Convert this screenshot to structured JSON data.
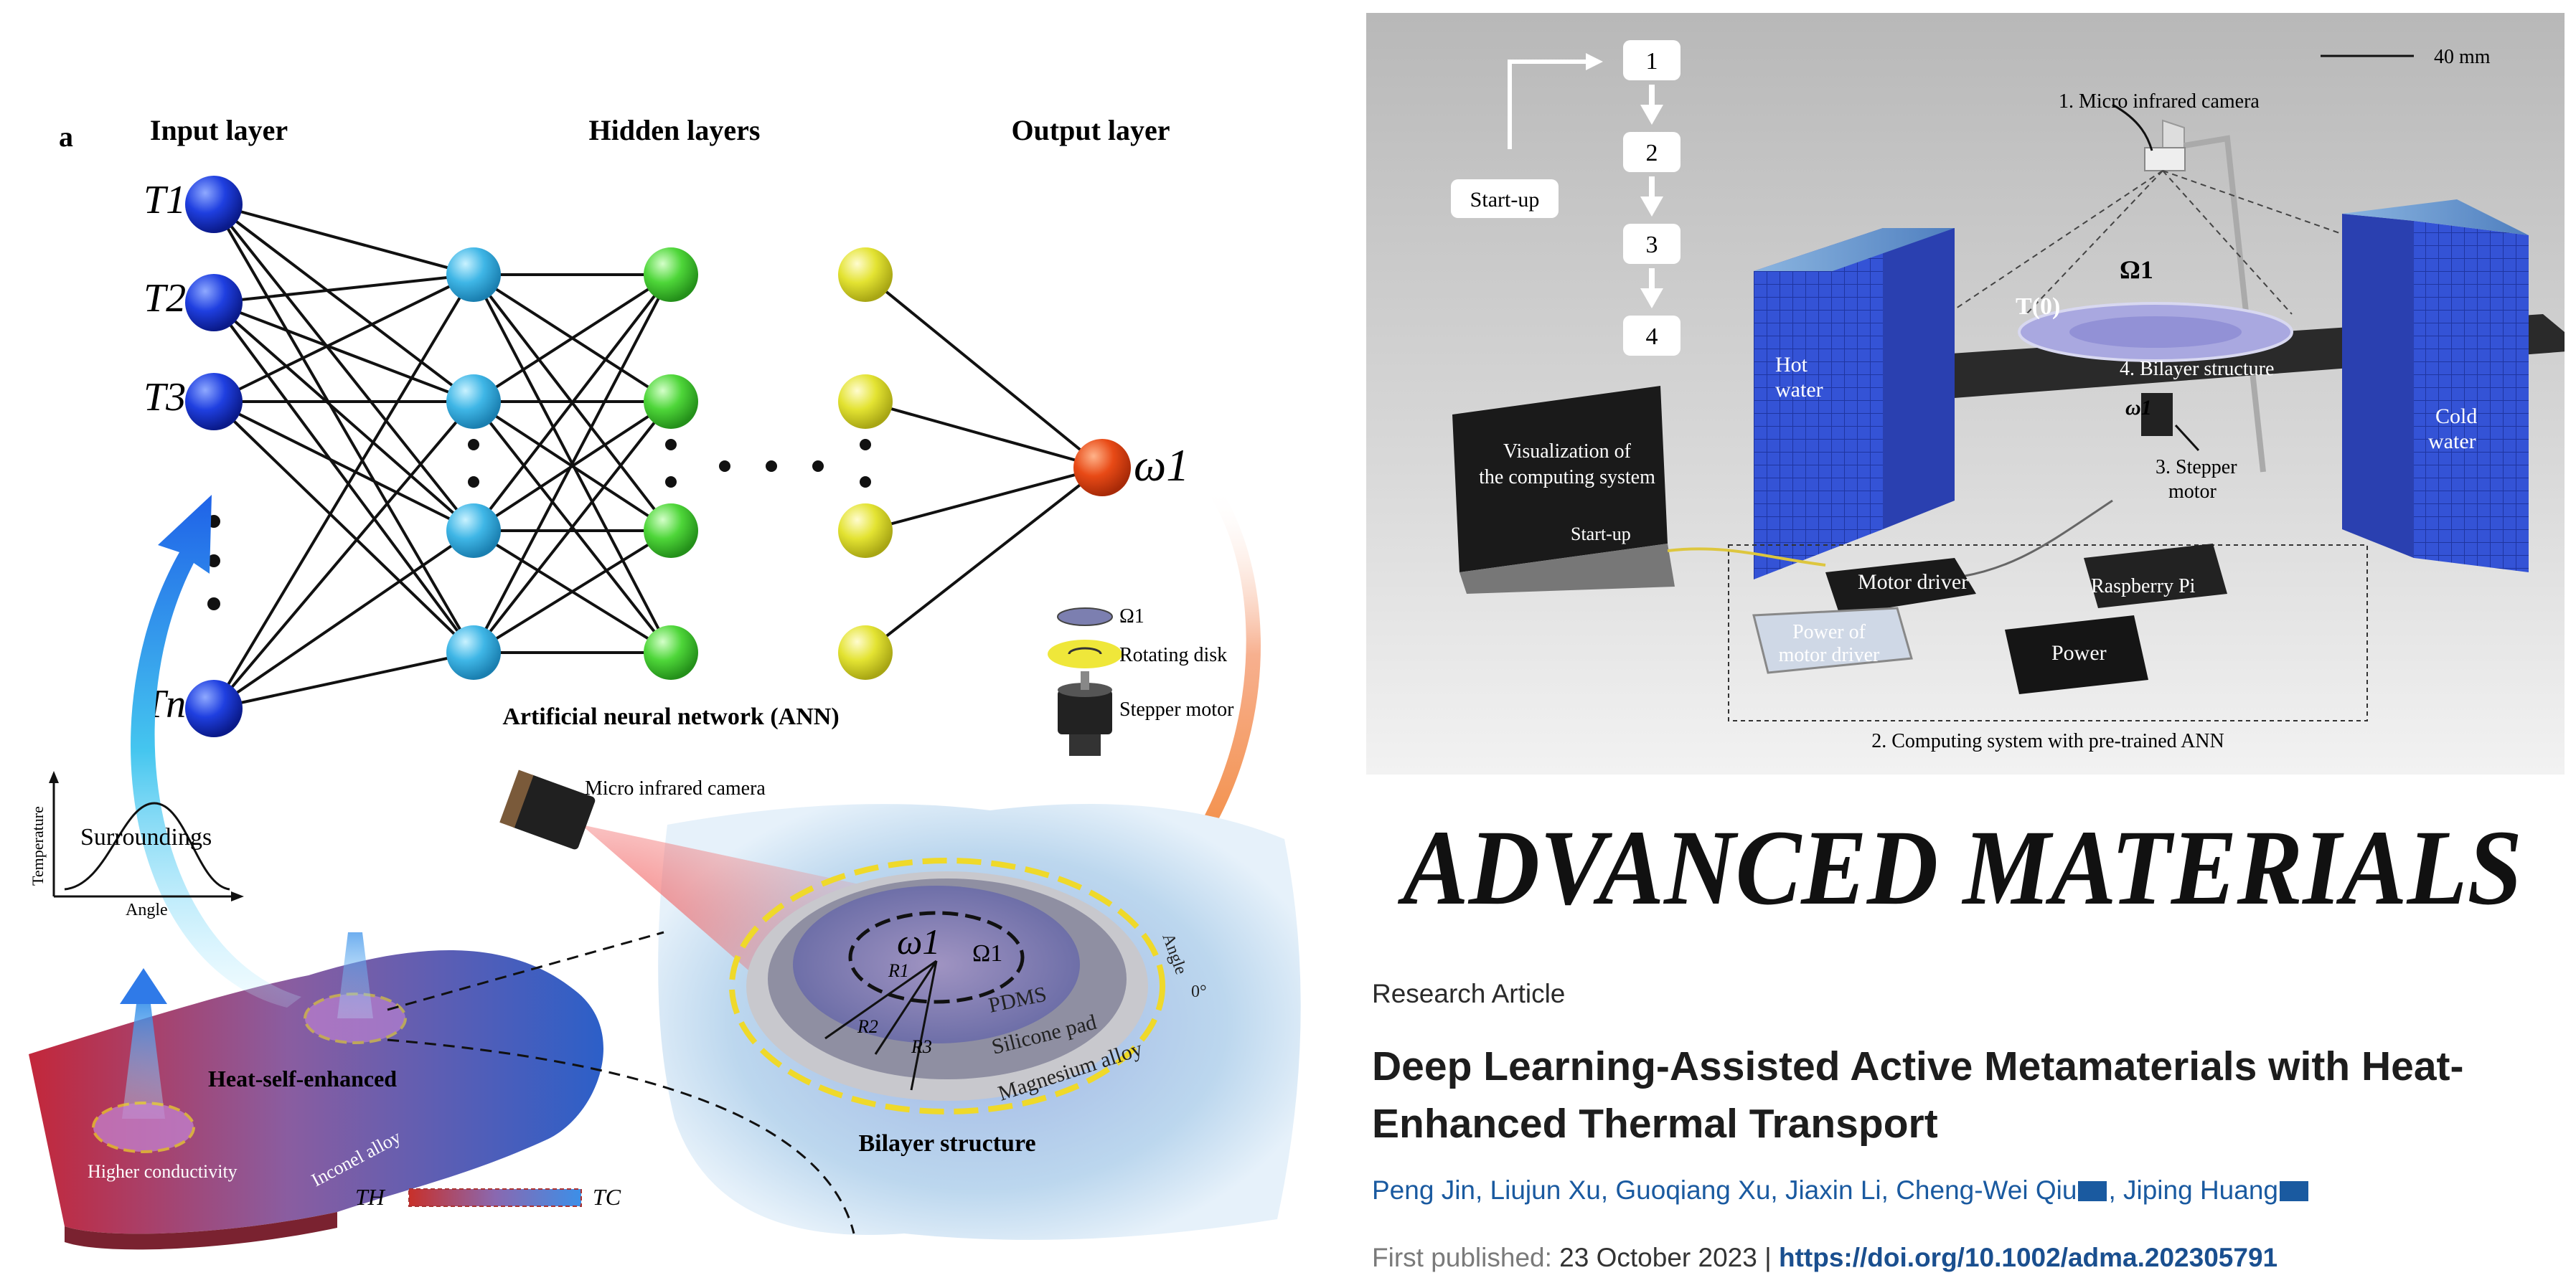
{
  "figure_left": {
    "panel_label": "a",
    "input_layer": "Input layer",
    "hidden_layers": "Hidden layers",
    "output_layer": "Output layer",
    "input_nodes": [
      "T1",
      "T2",
      "T3",
      "Tn"
    ],
    "output_node": "ω1",
    "ann_label": "Artificial neural network (ANN)",
    "legend_omega": "Ω1",
    "legend_disk": "Rotating disk",
    "legend_motor": "Stepper motor",
    "camera_label": "Micro infrared camera",
    "graph_ylabel": "Temperature",
    "graph_xlabel": "Angle",
    "graph_label": "Surroundings",
    "heat_label": "Heat-self-enhanced",
    "conductivity_label": "Higher conductivity",
    "alloy_label": "Inconel alloy",
    "th_label": "TH",
    "tc_label": "TC",
    "bilayer_label": "Bilayer structure",
    "pdms_label": "PDMS",
    "silicone_label": "Silicone pad",
    "magnesium_label": "Magnesium alloy",
    "angle_label": "Angle",
    "zero_label": "0°",
    "r1": "R1",
    "r2": "R2",
    "r3": "R3",
    "disk_omega": "ω1",
    "disk_Omega": "Ω1"
  },
  "figure_right": {
    "scale_label": "40 mm",
    "steps": [
      "1",
      "2",
      "3",
      "4"
    ],
    "startup": "Start-up",
    "camera": "1. Micro infrared camera",
    "t0": "T(0)",
    "omega_cap": "Ω1",
    "bilayer": "4. Bilayer structure",
    "hot_water": [
      "Hot",
      "water"
    ],
    "cold_water": [
      "Cold",
      "water"
    ],
    "omega_small": "ω1",
    "stepper": [
      "3. Stepper",
      "motor"
    ],
    "visualization": [
      "Visualization of",
      "the computing system"
    ],
    "laptop_startup": "Start-up",
    "motor_driver": "Motor driver",
    "power_motor": [
      "Power of",
      "motor driver"
    ],
    "raspberry": "Raspberry Pi",
    "power": "Power",
    "computing": "2. Computing system with pre-trained ANN"
  },
  "journal": "ADVANCED MATERIALS",
  "article": {
    "type": "Research Article",
    "title_line1": "Deep Learning-Assisted Active Metamaterials with Heat-",
    "title_line2": "Enhanced Thermal Transport",
    "authors": "Peng Jin, Liujun Xu, Guoqiang Xu, Jiaxin Li, Cheng-Wei Qiu",
    "author_last": ", Jiping Huang",
    "first_published_label": "First published:",
    "first_published_date": "23 October 2023",
    "separator": "|",
    "doi": "https://doi.org/10.1002/adma.202305791"
  }
}
